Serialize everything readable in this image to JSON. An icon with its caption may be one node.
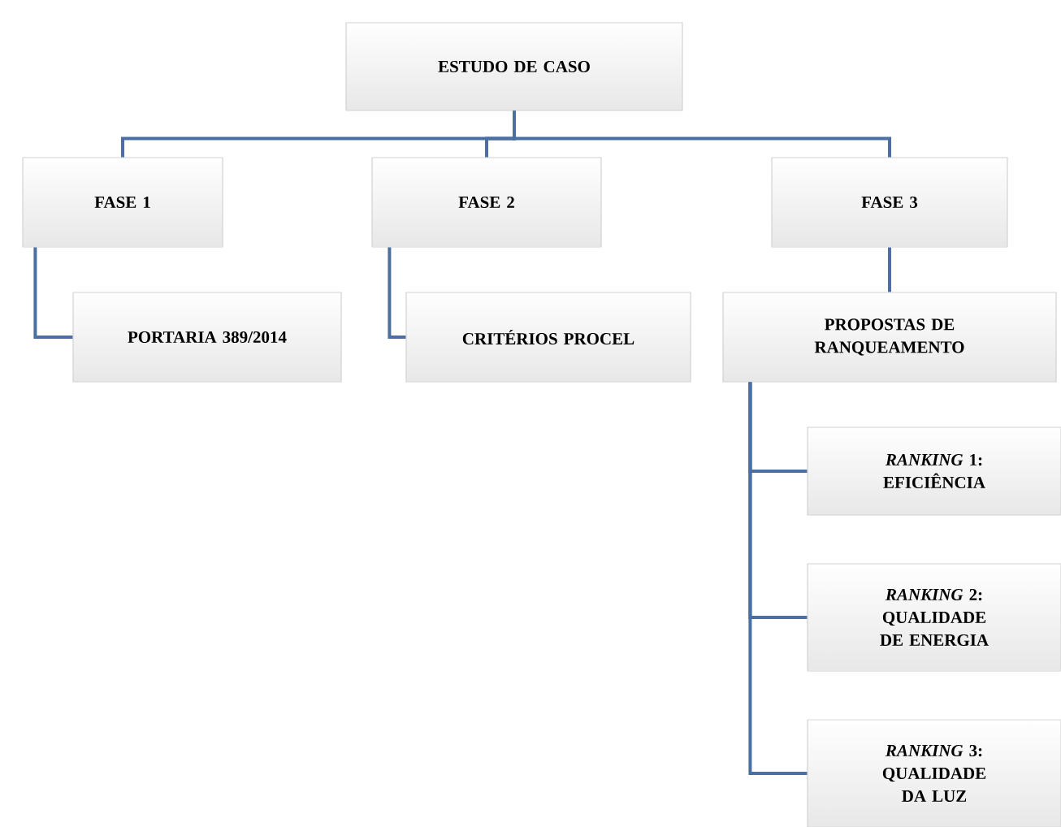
{
  "diagram": {
    "nodes": [
      {
        "text": [
          "ESTUDO DE CASO"
        ]
      },
      {
        "text": [
          "FASE 1"
        ]
      },
      {
        "text": [
          "FASE 2"
        ]
      },
      {
        "text": [
          "FASE 3"
        ]
      },
      {
        "text": [
          "PORTARIA 389/2014"
        ]
      },
      {
        "text": [
          "CRITÉRIOS PROCEL"
        ]
      },
      {
        "text": [
          "PROPOSTAS DE RANQUEAMENTO"
        ]
      },
      {
        "text": [
          "*RANKING* 1: EFICIÊNCIA"
        ]
      },
      {
        "text": [
          "*RANKING* 2: QUALIDADE DE ENERGIA"
        ]
      },
      {
        "text": [
          "*RANKING* 3: QUALIDADE DA LUZ"
        ]
      }
    ],
    "edges": [
      {
        "from": 0,
        "to": 1,
        "arrow": "none"
      },
      {
        "from": 0,
        "to": 2,
        "arrow": "none"
      },
      {
        "from": 0,
        "to": 3,
        "arrow": "none"
      },
      {
        "from": 1,
        "to": 4,
        "arrow": "none"
      },
      {
        "from": 2,
        "to": 5,
        "arrow": "none"
      },
      {
        "from": 3,
        "to": 6,
        "arrow": "none"
      },
      {
        "from": 6,
        "to": 7,
        "arrow": "none"
      },
      {
        "from": 6,
        "to": 8,
        "arrow": "none"
      },
      {
        "from": 6,
        "to": 9,
        "arrow": "none"
      }
    ]
  }
}
